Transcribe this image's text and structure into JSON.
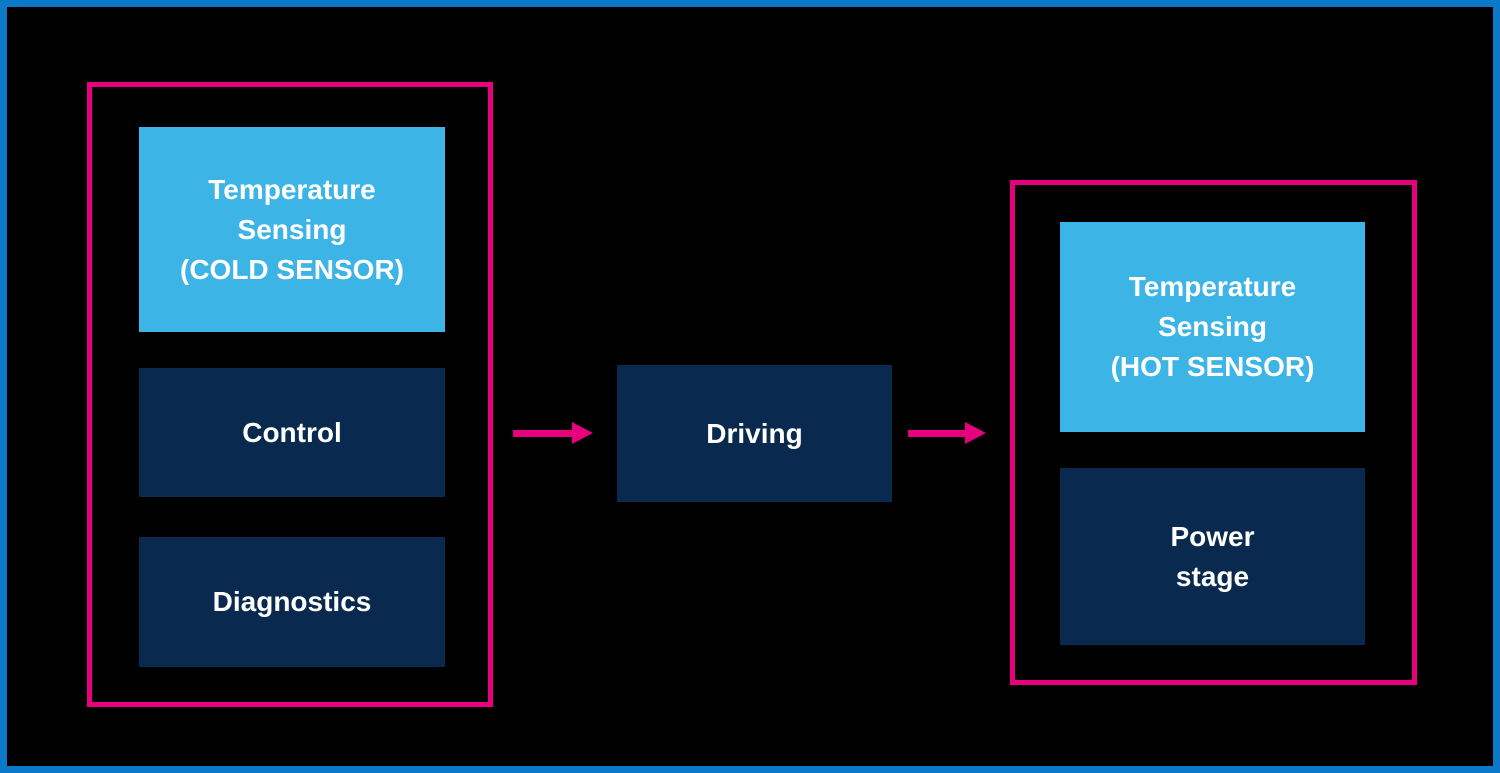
{
  "diagram": {
    "left_group": {
      "cold_sensor_label": "Temperature\nSensing\n(COLD SENSOR)",
      "control_label": "Control",
      "diagnostics_label": "Diagnostics"
    },
    "driving_label": "Driving",
    "right_group": {
      "hot_sensor_label": "Temperature\nSensing\n(HOT SENSOR)",
      "power_stage_label": "Power\nstage"
    },
    "colors": {
      "background": "#000000",
      "frame_border": "#0C78C8",
      "group_outline": "#E6007E",
      "arrow": "#E6007E",
      "light_blue_box": "#3CB4E6",
      "navy_box": "#092A4E",
      "text": "#FFFFFF"
    }
  }
}
